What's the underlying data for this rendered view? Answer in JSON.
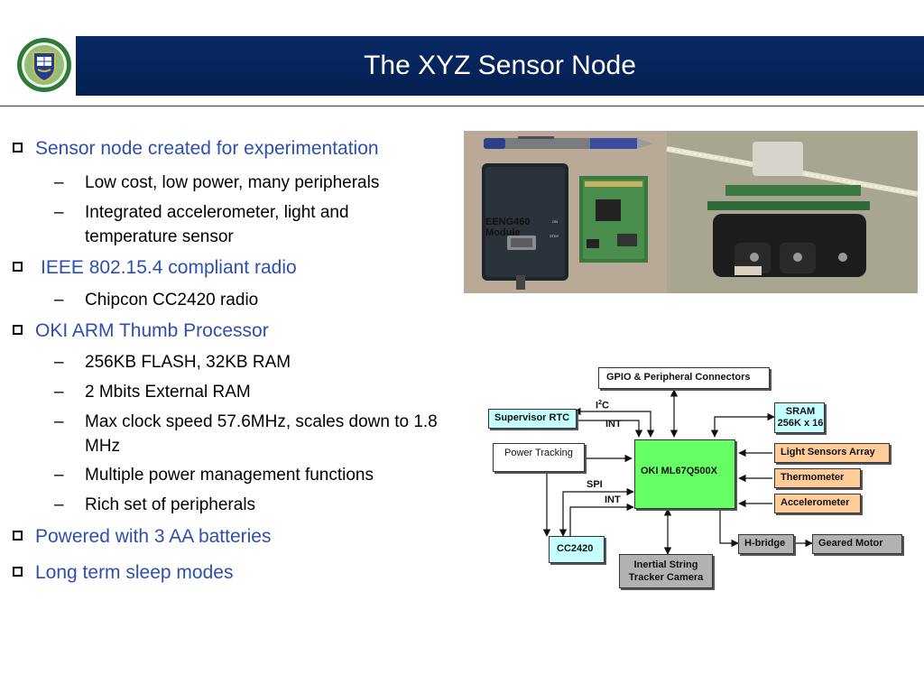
{
  "header": {
    "title": "The XYZ Sensor Node",
    "colors": {
      "title_bar": "#06245a",
      "title_text": "#ffffff"
    },
    "logo": {
      "icon": "university-crest-icon"
    }
  },
  "bullets": [
    {
      "text": "Sensor node created for experimentation",
      "subitems": [
        "Low cost, low power, many peripherals",
        "Integrated accelerometer, light and temperature sensor"
      ]
    },
    {
      "text": "IEEE 802.15.4 compliant radio",
      "subitems": [
        "Chipcon CC2420 radio"
      ]
    },
    {
      "text": "OKI ARM Thumb Processor",
      "subitems": [
        "256KB FLASH, 32KB RAM",
        "2 Mbits External RAM",
        "Max clock speed 57.6MHz, scales down to 1.8 MHz",
        "Multiple power management functions",
        "Rich set of peripherals"
      ]
    },
    {
      "text": "Powered with 3 AA batteries",
      "subitems": []
    },
    {
      "text": "Long term sleep modes",
      "subitems": []
    }
  ],
  "photo": {
    "module_label_line1": "EENG460",
    "module_label_line2": "Module",
    "board_small_text_1": "ON",
    "board_small_text_2": "STBY"
  },
  "diagram": {
    "blocks": {
      "gpio": "GPIO & Peripheral Connectors",
      "supervisor": "Supervisor RTC",
      "power": "Power Tracking",
      "processor": "OKI ML67Q500X",
      "sram_line1": "SRAM",
      "sram_line2": "256K x 16",
      "light": "Light Sensors Array",
      "thermo": "Thermometer",
      "accel": "Accelerometer",
      "radio": "CC2420",
      "camera_line1": "Inertial String",
      "camera_line2": "Tracker Camera",
      "hbridge": "H-bridge",
      "motor": "Geared Motor"
    },
    "labels": {
      "i2c_base": "I",
      "i2c_sup": "2",
      "i2c_tail": "C",
      "int1": "INT",
      "spi": "SPI",
      "int2": "INT"
    },
    "colors": {
      "processor": "#66ff66",
      "cyan": "#c6ffff",
      "orange": "#ffcc99",
      "gray": "#b2b2b2",
      "white": "#ffffff"
    }
  }
}
